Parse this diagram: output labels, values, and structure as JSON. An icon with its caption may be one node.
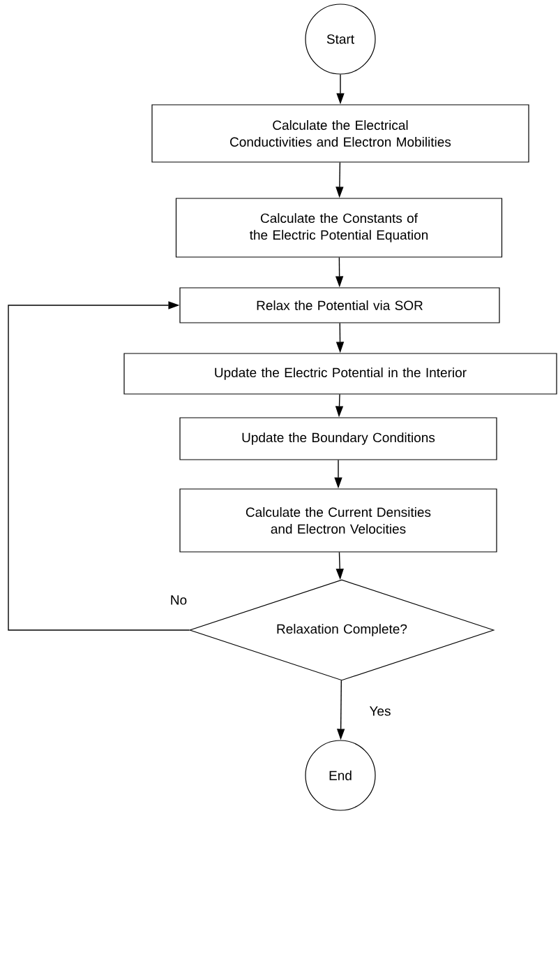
{
  "diagram": {
    "nodes": [
      {
        "text": [
          "Start"
        ]
      },
      {
        "text": [
          "Calculate the Electrical Conductivities and Electron Mobilities"
        ]
      },
      {
        "text": [
          "Calculate the Constants of the Electric Potential Equation"
        ]
      },
      {
        "text": [
          "Relax the Potential via SOR"
        ]
      },
      {
        "text": [
          "Update the Electric Potential in the Interior"
        ]
      },
      {
        "text": [
          "Update the Boundary Conditions"
        ]
      },
      {
        "text": [
          "Calculate the Current Densities and Electron Velocities"
        ]
      },
      {
        "text": [
          "Relaxation Complete?"
        ]
      },
      {
        "text": [
          "End"
        ]
      }
    ],
    "edges": [
      {
        "from": 0,
        "to": 1,
        "arrow": "to"
      },
      {
        "from": 1,
        "to": 2,
        "arrow": "to"
      },
      {
        "from": 2,
        "to": 3,
        "arrow": "to"
      },
      {
        "from": 3,
        "to": 4,
        "arrow": "to"
      },
      {
        "from": 4,
        "to": 5,
        "arrow": "to"
      },
      {
        "from": 5,
        "to": 6,
        "arrow": "to"
      },
      {
        "from": 6,
        "to": 7,
        "arrow": "to"
      },
      {
        "from": 7,
        "to": 3,
        "arrow": "to",
        "label": "No"
      },
      {
        "from": 7,
        "to": 8,
        "arrow": "to",
        "label": "Yes"
      }
    ]
  }
}
